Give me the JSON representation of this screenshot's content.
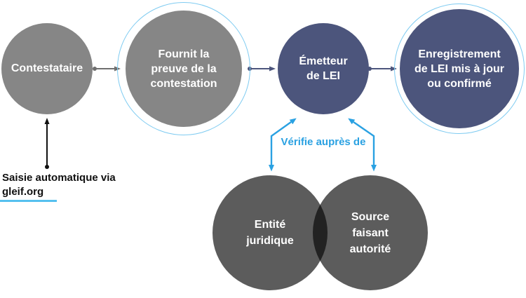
{
  "colors": {
    "bg": "#ffffff",
    "gray": "#868686",
    "navy": "#4C557C",
    "dark": "#5C5C5C",
    "blue": "#2AA1E2",
    "ring": "#7ECBF1",
    "arrow_gray": "#6F6F6F",
    "ink": "#101010",
    "underline": "#55C0EF",
    "text_on_circle": "#ffffff"
  },
  "nodes": [
    {
      "id": "contestataire",
      "lines": [
        "Contestataire"
      ]
    },
    {
      "id": "fournit-preuve",
      "lines": [
        "Fournit la",
        "preuve de la",
        "contestation"
      ]
    },
    {
      "id": "emetteur-lei",
      "lines": [
        "Émetteur",
        "de LEI"
      ]
    },
    {
      "id": "enregistrement-lei",
      "lines": [
        "Enregistrement",
        "de LEI mis à jour",
        "ou confirmé"
      ]
    },
    {
      "id": "entite-juridique",
      "lines": [
        "Entité",
        "juridique"
      ]
    },
    {
      "id": "source-autorite",
      "lines": [
        "Source",
        "faisant",
        "autorité"
      ]
    }
  ],
  "labels": {
    "verify": "Vérifie auprès de",
    "annotation_line1": "Saisie automatique via",
    "annotation_line2": "gleif.org"
  }
}
